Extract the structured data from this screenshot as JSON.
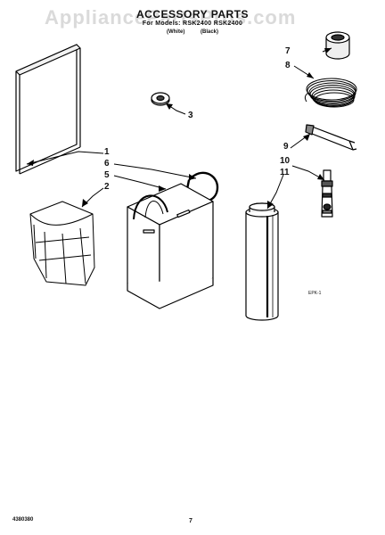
{
  "watermark": "AppliancePartsPros.com",
  "header": {
    "title": "ACCESSORY PARTS",
    "model": "For Models: RSK2400 RSK2400",
    "colors": [
      "(White)",
      "(Black)"
    ]
  },
  "callouts": [
    "1",
    "6",
    "5",
    "2",
    "3",
    "7",
    "8",
    "9",
    "10",
    "11"
  ],
  "figure_code": "EPK-1",
  "footer": {
    "part_number": "4380380",
    "page": "7"
  }
}
